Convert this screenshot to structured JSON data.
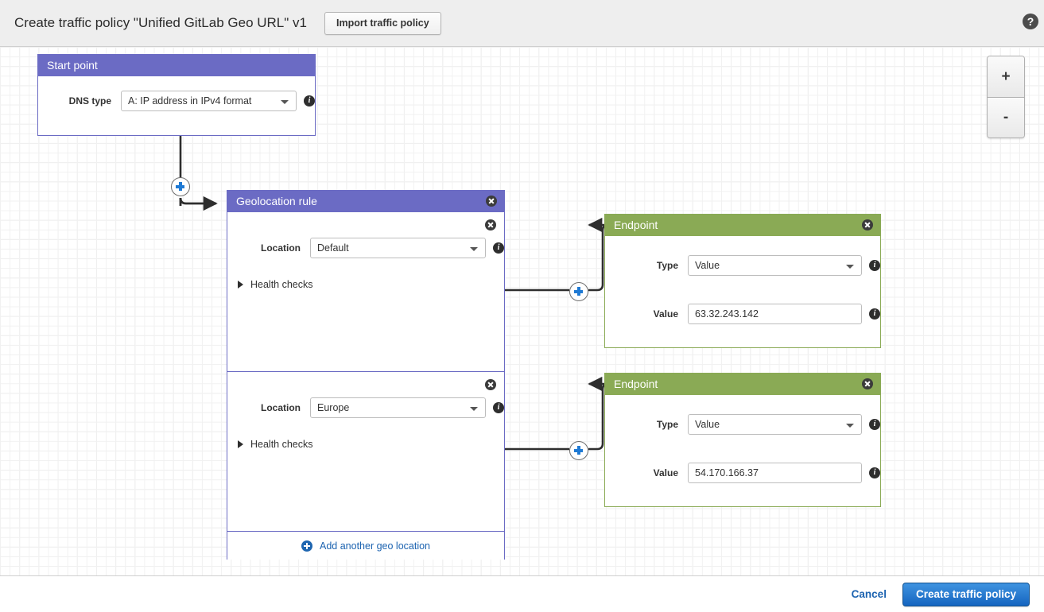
{
  "header": {
    "title": "Create traffic policy \"Unified GitLab Geo URL\" v1",
    "import_button": "Import traffic policy",
    "help_icon": "?"
  },
  "canvas": {
    "zoom_in": "+",
    "zoom_out": "-",
    "connector_plus": "+"
  },
  "start_point": {
    "title": "Start point",
    "dns_type_label": "DNS type",
    "dns_type_value": "A: IP address in IPv4 format"
  },
  "geolocation_rule": {
    "title": "Geolocation rule",
    "locations": [
      {
        "label": "Location",
        "value": "Default",
        "health_checks": "Health checks"
      },
      {
        "label": "Location",
        "value": "Europe",
        "health_checks": "Health checks"
      }
    ],
    "add_location": "Add another geo location"
  },
  "endpoints": [
    {
      "title": "Endpoint",
      "type_label": "Type",
      "type_value": "Value",
      "value_label": "Value",
      "value_value": "63.32.243.142"
    },
    {
      "title": "Endpoint",
      "type_label": "Type",
      "type_value": "Value",
      "value_label": "Value",
      "value_value": "54.170.166.37"
    }
  ],
  "footer": {
    "cancel": "Cancel",
    "create": "Create traffic policy"
  },
  "colors": {
    "rule_header": "#6b6bc4",
    "endpoint_header": "#8aaa55",
    "primary_button": "#1565c0",
    "link": "#1c63b0"
  }
}
